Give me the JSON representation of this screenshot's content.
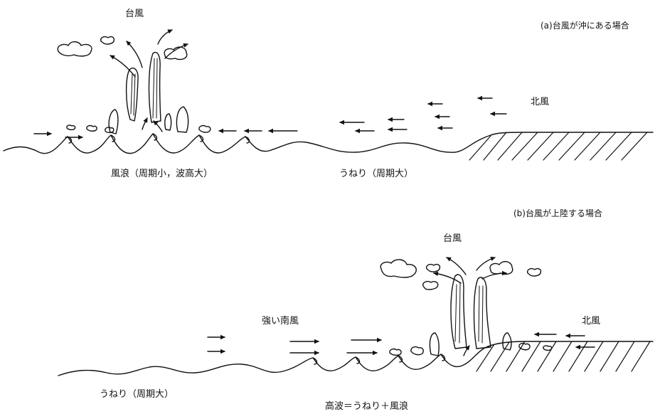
{
  "panel_a": {
    "caption": "(a)台風が沖にある場合",
    "typhoon_label": "台風",
    "north_wind_label": "北風",
    "wind_waves_label": "風浪（周期小，波高大）",
    "swell_label": "うねり（周期大）"
  },
  "panel_b": {
    "caption": "(b)台風が上陸する場合",
    "typhoon_label": "台風",
    "south_wind_label": "強い南風",
    "north_wind_label": "北風",
    "swell_label": "うねり（周期大）",
    "high_wave_label": "高波＝うねり＋風浪"
  },
  "colors": {
    "ink": "#111111",
    "background": "#ffffff"
  }
}
